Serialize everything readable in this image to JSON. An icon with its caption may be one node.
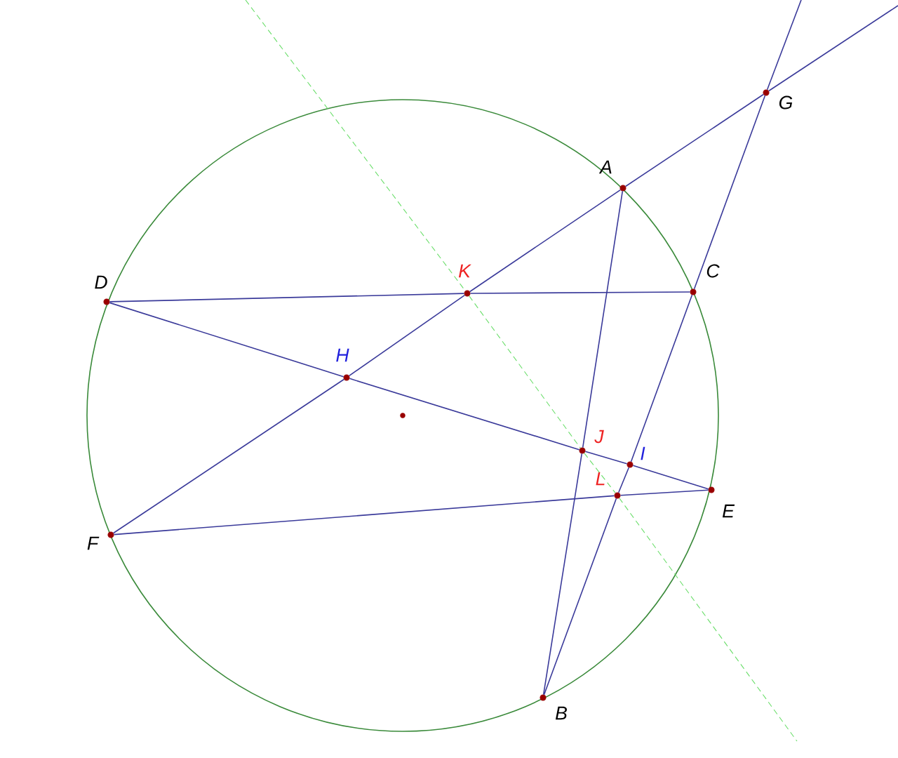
{
  "diagram": {
    "nodes": [
      {
        "text": [
          "G"
        ]
      },
      {
        "text": [
          "A"
        ]
      },
      {
        "text": [
          "D"
        ]
      },
      {
        "text": [
          "K"
        ]
      },
      {
        "text": [
          "C"
        ]
      },
      {
        "text": [
          "H"
        ]
      },
      {
        "text": [
          "J"
        ]
      },
      {
        "text": [
          "I"
        ]
      },
      {
        "text": [
          "L"
        ]
      },
      {
        "text": [
          "E"
        ]
      },
      {
        "text": [
          "F"
        ]
      },
      {
        "text": [
          "B"
        ]
      }
    ],
    "edges": [
      {
        "from": 10,
        "to": 5,
        "arrow": "none"
      },
      {
        "from": 5,
        "to": 3,
        "arrow": "none"
      },
      {
        "from": 3,
        "to": 1,
        "arrow": "none"
      },
      {
        "from": 1,
        "to": 0,
        "arrow": "none"
      },
      {
        "from": 0,
        "to": null,
        "arrow": "none"
      },
      {
        "from": 11,
        "to": 8,
        "arrow": "none"
      },
      {
        "from": 8,
        "to": 7,
        "arrow": "none"
      },
      {
        "from": 7,
        "to": 4,
        "arrow": "none"
      },
      {
        "from": 4,
        "to": 0,
        "arrow": "none"
      },
      {
        "from": 0,
        "to": null,
        "arrow": "none"
      },
      {
        "from": 1,
        "to": 6,
        "arrow": "none"
      },
      {
        "from": 6,
        "to": 11,
        "arrow": "none"
      },
      {
        "from": 2,
        "to": 5,
        "arrow": "none"
      },
      {
        "from": 5,
        "to": 6,
        "arrow": "none"
      },
      {
        "from": 6,
        "to": 7,
        "arrow": "none"
      },
      {
        "from": 7,
        "to": 9,
        "arrow": "none"
      },
      {
        "from": 2,
        "to": 3,
        "arrow": "none"
      },
      {
        "from": 3,
        "to": 4,
        "arrow": "none"
      },
      {
        "from": 10,
        "to": 8,
        "arrow": "none"
      },
      {
        "from": 8,
        "to": 9,
        "arrow": "none"
      },
      {
        "from": null,
        "to": 3,
        "arrow": "none",
        "style": "dashed",
        "color": "#66dd66"
      },
      {
        "from": 3,
        "to": 6,
        "arrow": "none",
        "style": "dashed",
        "color": "#66dd66"
      },
      {
        "from": 6,
        "to": 8,
        "arrow": "none",
        "style": "dashed",
        "color": "#66dd66"
      },
      {
        "from": 8,
        "to": null,
        "arrow": "none",
        "style": "dashed",
        "color": "#66dd66"
      }
    ]
  }
}
